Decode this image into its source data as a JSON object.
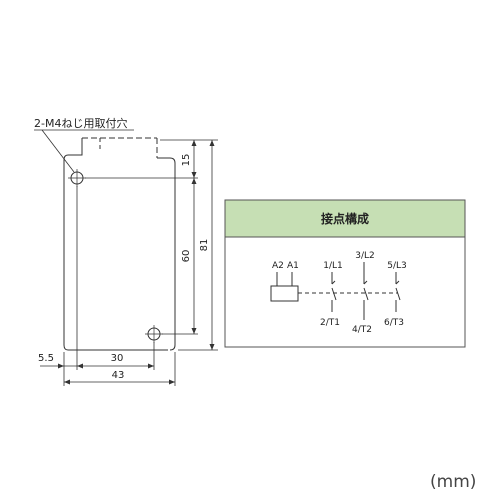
{
  "mounting_drawing": {
    "callout": "2-M4ねじ用取付穴",
    "dimensions": {
      "top_offset": "15",
      "hole_pitch_vertical": "60",
      "overall_height": "81",
      "edge_offset": "5.5",
      "hole_pitch_horizontal": "30",
      "overall_width": "43"
    }
  },
  "contact_configuration": {
    "title": "接点構成",
    "header_color": "#c6dfb4",
    "coil_labels": [
      "A2",
      "A1"
    ],
    "top_terminals": [
      "1/L1",
      "3/L2",
      "5/L3"
    ],
    "bottom_terminals": [
      "2/T1",
      "4/T2",
      "6/T3"
    ]
  },
  "unit_label": "(mm)"
}
